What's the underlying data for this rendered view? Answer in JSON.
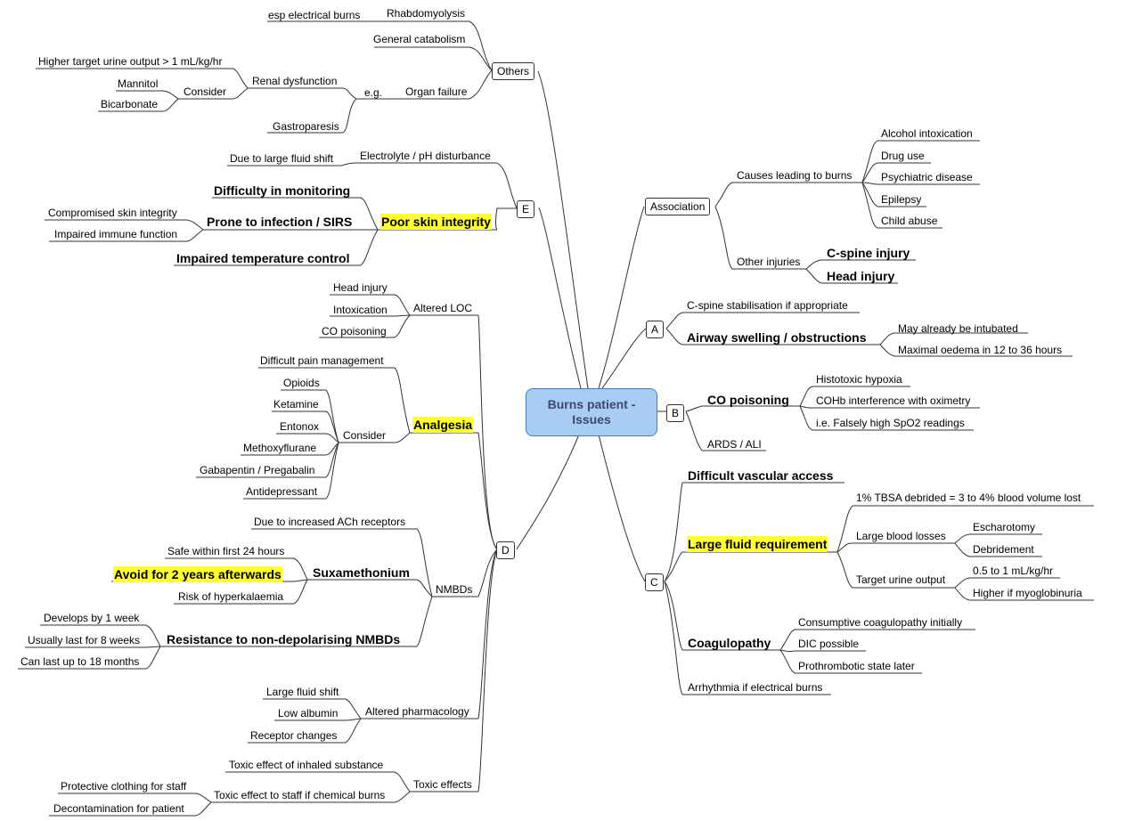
{
  "root": {
    "title": "Burns patient - Issues"
  },
  "others": {
    "label": "Others",
    "rhabdo": "Rhabdomyolysis",
    "rhabdo_note": "esp electrical burns",
    "catabolism": "General catabolism",
    "organ_failure": "Organ failure",
    "eg": "e.g.",
    "renal": "Renal dysfunction",
    "consider": "Consider",
    "urine": "Higher target urine output > 1 mL/kg/hr",
    "mannitol": "Mannitol",
    "bicarbonate": "Bicarbonate",
    "gastroparesis": "Gastroparesis"
  },
  "e": {
    "label": "E",
    "electrolyte": "Electrolyte / pH disturbance",
    "fluid_shift": "Due to large fluid shift",
    "poor_skin": "Poor skin integrity",
    "monitoring": "Difficulty in monitoring",
    "infection": "Prone to infection / SIRS",
    "compromised": "Compromised skin integrity",
    "immune": "Impaired immune function",
    "temperature": "Impaired temperature control"
  },
  "d": {
    "label": "D",
    "altered_loc": "Altered LOC",
    "head_injury": "Head injury",
    "intoxication": "Intoxication",
    "co_poisoning": "CO poisoning",
    "analgesia": "Analgesia",
    "difficult_pain": "Difficult pain management",
    "consider": "Consider",
    "opioids": "Opioids",
    "ketamine": "Ketamine",
    "entonox": "Entonox",
    "methoxy": "Methoxyflurane",
    "gabapentin": "Gabapentin / Pregabalin",
    "antidepressant": "Antidepressant",
    "nmbds": "NMBDs",
    "ach": "Due to increased ACh receptors",
    "sux": "Suxamethonium",
    "safe24": "Safe within first 24 hours",
    "avoid2": "Avoid for 2 years afterwards",
    "hyperK": "Risk of hyperkalaemia",
    "resistance": "Resistance to non-depolarising NMBDs",
    "week": "Develops by 1 week",
    "eight": "Usually last for 8 weeks",
    "eighteen": "Can last up to 18 months",
    "pharm": "Altered pharmacology",
    "large_shift": "Large fluid shift",
    "low_albumin": "Low albumin",
    "receptor": "Receptor changes",
    "toxic": "Toxic effects",
    "inhaled": "Toxic effect of inhaled substance",
    "staff": "Toxic effect to staff if chemical burns",
    "clothing": "Protective clothing for staff",
    "decon": "Decontamination for patient"
  },
  "assoc": {
    "label": "Association",
    "causes": "Causes leading to burns",
    "alcohol": "Alcohol intoxication",
    "drug": "Drug use",
    "psych": "Psychiatric disease",
    "epilepsy": "Epilepsy",
    "child": "Child abuse",
    "other": "Other injuries",
    "cspine": "C-spine injury",
    "head": "Head injury"
  },
  "a": {
    "label": "A",
    "cspine_stab": "C-spine stabilisation if appropriate",
    "airway": "Airway swelling / obstructions",
    "intubated": "May already be intubated",
    "oedema": "Maximal oedema in 12 to 36 hours"
  },
  "b": {
    "label": "B",
    "co": "CO poisoning",
    "histotoxic": "Histotoxic hypoxia",
    "cohb": "COHb interference with oximetry",
    "spo2": "i.e. Falsely high SpO2 readings",
    "ards": "ARDS / ALI"
  },
  "c": {
    "label": "C",
    "vascular": "Difficult vascular access",
    "fluid_req": "Large fluid requirement",
    "tbsa": "1% TBSA debrided = 3 to 4% blood volume lost",
    "blood_losses": "Large blood losses",
    "escharotomy": "Escharotomy",
    "debridement": "Debridement",
    "urine_target": "Target urine output",
    "half_to_one": "0.5 to 1 mL/kg/hr",
    "myoglobin": "Higher if myoglobinuria",
    "coag": "Coagulopathy",
    "consumptive": "Consumptive coagulopathy initially",
    "dic": "DIC possible",
    "prothrombotic": "Prothrombotic state later",
    "arrhythmia": "Arrhythmia if electrical burns"
  }
}
